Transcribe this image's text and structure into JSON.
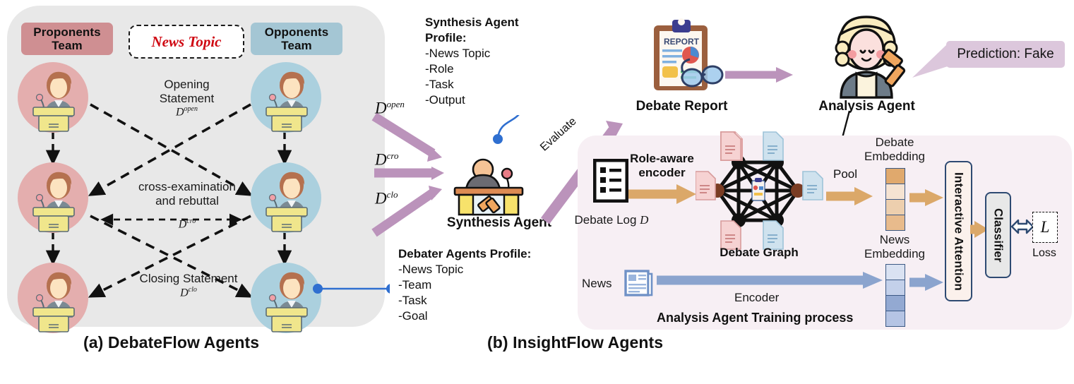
{
  "panel_a": {
    "caption": "(a) DebateFlow Agents",
    "proponents_team": "Proponents\nTeam",
    "proponents_team_line1": "Proponents",
    "proponents_team_line2": "Team",
    "opponents_team_line1": "Opponents",
    "opponents_team_line2": "Team",
    "news_topic": "News Topic",
    "flows": [
      {
        "label_line1": "Opening",
        "label_line2": "Statement",
        "symbol": "D",
        "sup": "open"
      },
      {
        "label_line1": "cross-examination",
        "label_line2": "and rebuttal",
        "symbol": "D",
        "sup": "cro"
      },
      {
        "label_line1": "Closing Statement",
        "label_line2": "",
        "symbol": "D",
        "sup": "clo"
      }
    ],
    "colors": {
      "panel": "#e8e8e8",
      "proponent": "#cf8f92",
      "opponent": "#a4c6d4",
      "proponent_avatar": "#e4aeae",
      "opponent_avatar": "#abd0de",
      "news_topic_text": "#cf0711"
    }
  },
  "panel_b": {
    "caption": "(b) InsightFlow Agents",
    "synthesis_profile": {
      "title": "Synthesis Agent Profile:",
      "items": [
        "-News Topic",
        "-Role",
        "-Task",
        "-Output"
      ]
    },
    "debater_profile": {
      "title": "Debater Agents Profile:",
      "items": [
        "-News Topic",
        "-Team",
        "-Task",
        "-Goal"
      ]
    },
    "inputs": [
      {
        "symbol": "D",
        "sup": "open"
      },
      {
        "symbol": "D",
        "sup": "cro"
      },
      {
        "symbol": "D",
        "sup": "clo"
      }
    ],
    "synthesis_agent_label": "Synthesis Agent",
    "evaluate_label": "Evaluate",
    "debate_report_label": "Debate Report",
    "analysis_agent_label": "Analysis Agent",
    "prediction": "Prediction: Fake"
  },
  "training": {
    "caption": "Analysis  Agent Training process",
    "debate_log_label": "Debate Log",
    "debate_log_symbol": "D",
    "role_aware_line1": "Role-aware",
    "role_aware_line2": "encoder",
    "debate_graph_label": "Debate Graph",
    "pool_label": "Pool",
    "debate_embedding_line1": "Debate",
    "debate_embedding_line2": "Embedding",
    "news_label": "News",
    "encoder_label": "Encoder",
    "news_embedding_line1": "News",
    "news_embedding_line2": "Embedding",
    "interactive_attention_label": "Interactive Attention",
    "classifier_label": "Classifier",
    "loss_symbol": "L",
    "loss_label": "Loss",
    "colors": {
      "panel": "#f7eff4",
      "debate_arrow": "#dba869",
      "news_arrow": "#8ba4ce",
      "debate_block": "#e0a96d",
      "news_block": "#b9c8e4",
      "accent_purple": "#bb93bb"
    }
  }
}
